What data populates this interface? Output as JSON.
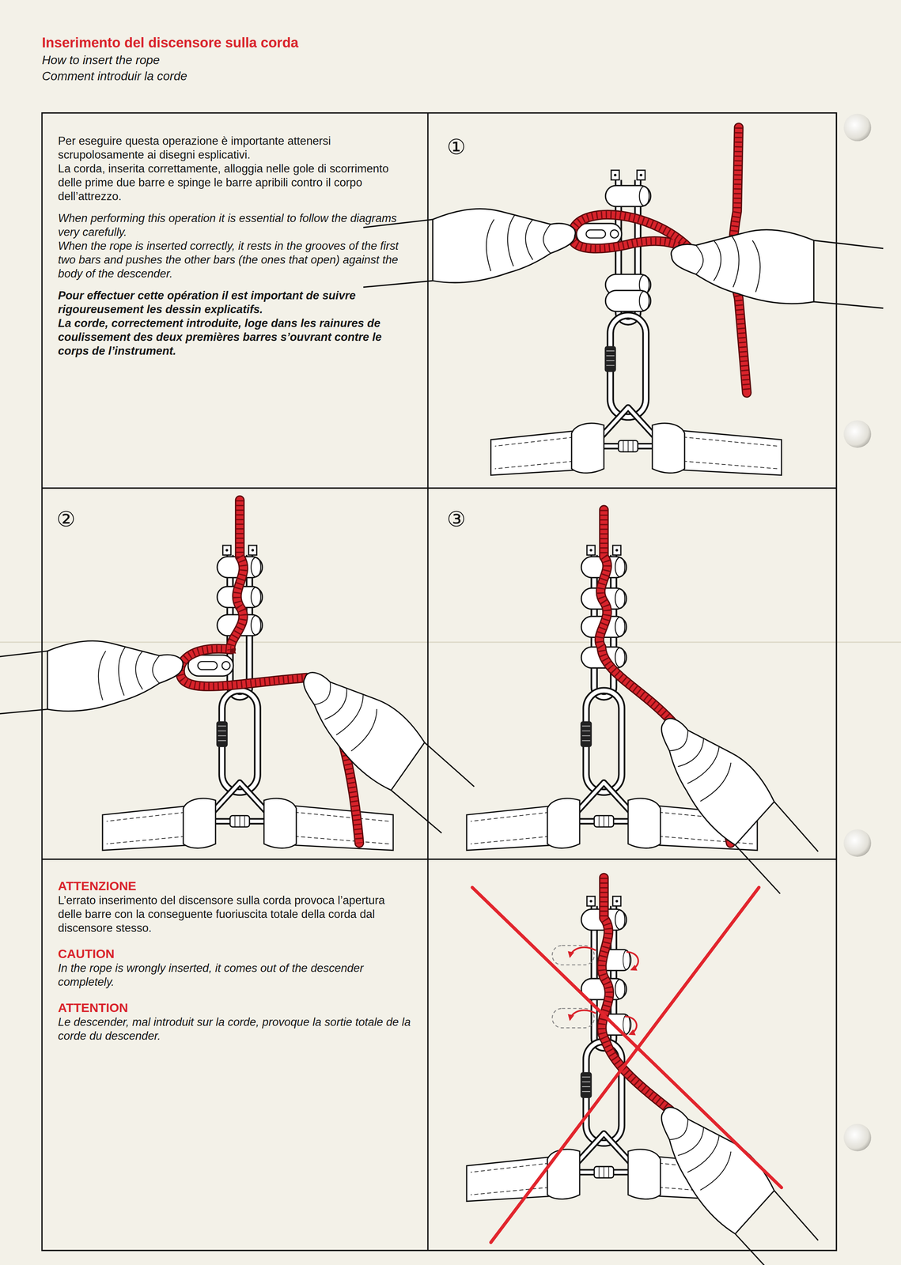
{
  "diagram": {
    "title": "Inserimento del discensore sulla corda",
    "nodes": [
      {
        "text": [
          "Per eseguire questa operazione è importante attenersi scrupolosamente ai disegni esplicativi.",
          "La corda, inserita correttamente, alloggia nelle gole di scorrimento delle prime due barre e spinge le barre apribili contro il corpo dell’attrezzo.",
          "When performing this operation it is essential to follow the diagrams very carefully.",
          "When the rope is inserted correctly, it rests in the grooves of the first two bars and pushes the other bars (the ones that open) against the body of the descender.",
          "Pour effectuer cette opération il est important de suivre rigoureusement les dessin explicatifs.",
          "La corde, correctement introduite, loge dans les rainures de coulissement des deux premières barres s’ouvrant contre le corps de l’instrument."
        ]
      },
      {
        "text": [
          "①"
        ]
      },
      {
        "text": [
          "②"
        ]
      },
      {
        "text": [
          "③"
        ]
      },
      {
        "text": [
          "ATTENZIONE",
          "L’errato inserimento del discensore sulla corda provoca l’apertura delle barre con la conseguente fuoriuscita totale della corda dal discensore stesso.",
          "CAUTION",
          "In the rope is wrongly inserted, it comes out of the descender completely.",
          "ATTENTION",
          "Le descender, mal introduit sur la corde, provoque la sortie totale de la corde du descender."
        ]
      }
    ],
    "labels": [
      "How to insert the rope",
      "Comment introduir la corde"
    ]
  }
}
